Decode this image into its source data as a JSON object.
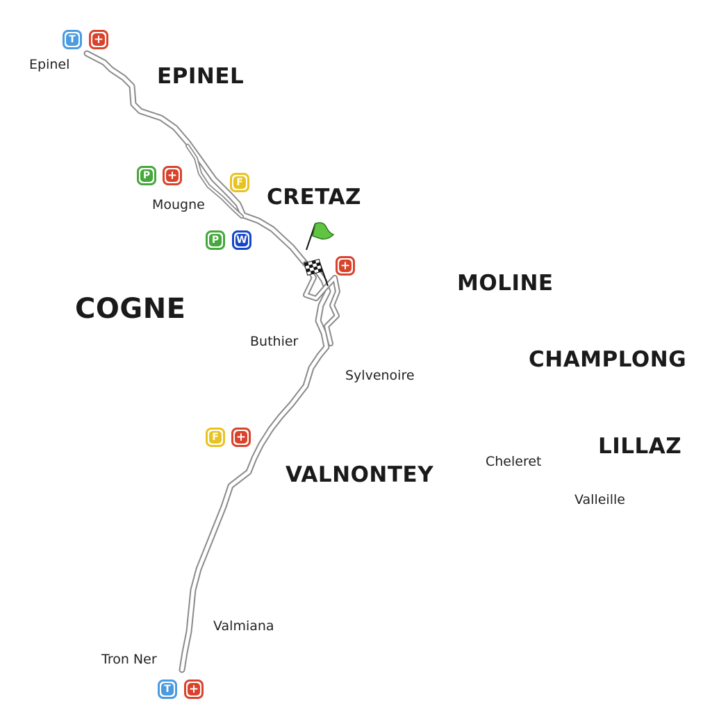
{
  "places_major": [
    {
      "name": "EPINEL"
    },
    {
      "name": "CRETAZ"
    },
    {
      "name": "MOLINE"
    },
    {
      "name": "COGNE"
    },
    {
      "name": "CHAMPLONG"
    },
    {
      "name": "LILLAZ"
    },
    {
      "name": "VALNONTEY"
    }
  ],
  "places_minor": [
    {
      "name": "Epinel"
    },
    {
      "name": "Mougne"
    },
    {
      "name": "Buthier"
    },
    {
      "name": "Sylvenoire"
    },
    {
      "name": "Cheleret"
    },
    {
      "name": "Valleille"
    },
    {
      "name": "Valmiana"
    },
    {
      "name": "Tron Ner"
    }
  ],
  "badges": [
    {
      "letter": "T",
      "type": "T"
    },
    {
      "letter": "+",
      "type": "X"
    },
    {
      "letter": "P",
      "type": "P"
    },
    {
      "letter": "+",
      "type": "X"
    },
    {
      "letter": "F",
      "type": "F"
    },
    {
      "letter": "P",
      "type": "P"
    },
    {
      "letter": "W",
      "type": "W"
    },
    {
      "letter": "+",
      "type": "X"
    },
    {
      "letter": "F",
      "type": "F"
    },
    {
      "letter": "+",
      "type": "X"
    },
    {
      "letter": "T",
      "type": "T"
    },
    {
      "letter": "+",
      "type": "X"
    }
  ],
  "colors": {
    "route_outline": "#8a8a8a",
    "start_flag": "#5fc442",
    "badge_T": "#4a9be0",
    "badge_P": "#45a83a",
    "badge_F": "#e8c320",
    "badge_W": "#1546c8",
    "badge_first_aid": "#d9432c"
  }
}
